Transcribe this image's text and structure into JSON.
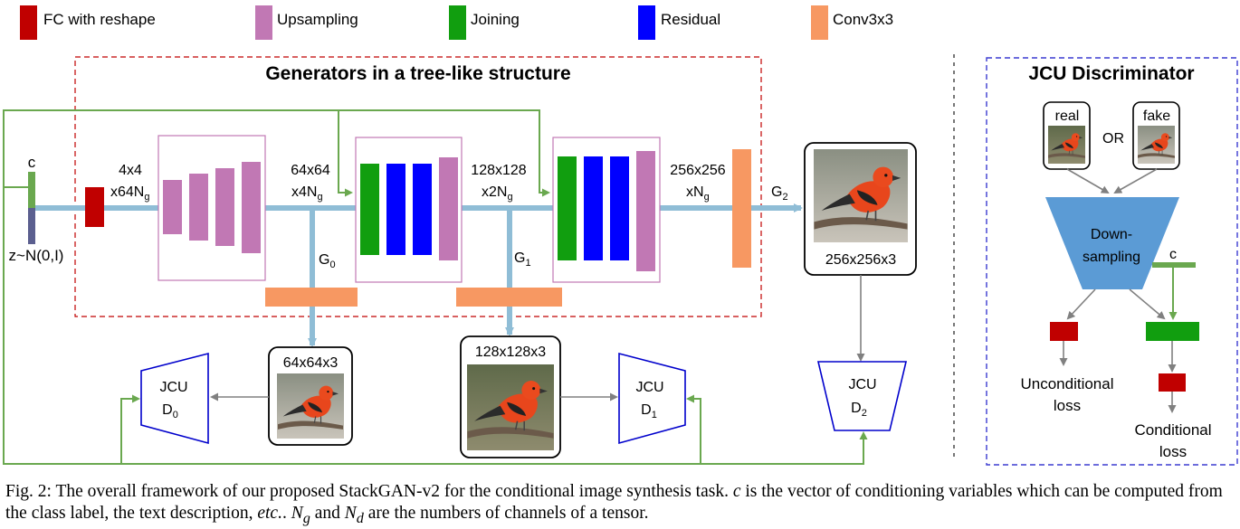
{
  "legend": [
    {
      "label": "FC with reshape",
      "color": "#c00000"
    },
    {
      "label": "Upsampling",
      "color": "#c178b4"
    },
    {
      "label": "Joining",
      "color": "#119e0f"
    },
    {
      "label": "Residual",
      "color": "#0000ff"
    },
    {
      "label": "Conv3x3",
      "color": "#f79862"
    }
  ],
  "generators": {
    "title": "Generators in a tree-like structure",
    "c_label": "c",
    "z_label": "z~N(0,I)",
    "dim_fc_1": "4x4",
    "dim_fc_2": "x64N",
    "dim_64_1": "64x64",
    "dim_64_2": "x4N",
    "dim_128_1": "128x128",
    "dim_128_2": "x2N",
    "dim_256_1": "256x256",
    "dim_256_2": "xN",
    "sub_g": "g",
    "g0": "G",
    "g0_sub": "0",
    "g1": "G",
    "g1_sub": "1",
    "g2": "G",
    "g2_sub": "2"
  },
  "outputs": {
    "out64": "64x64x3",
    "out128": "128x128x3",
    "out256": "256x256x3"
  },
  "discriminators": {
    "d0_top": "JCU",
    "d0_bottom": "D",
    "d0_sub": "0",
    "d1_top": "JCU",
    "d1_bottom": "D",
    "d1_sub": "1",
    "d2_top": "JCU",
    "d2_bottom": "D",
    "d2_sub": "2"
  },
  "jcu": {
    "title": "JCU Discriminator",
    "real": "real",
    "fake": "fake",
    "or": "OR",
    "down_1": "Down-",
    "down_2": "sampling",
    "c_label": "c",
    "uncond_1": "Unconditional",
    "uncond_2": "loss",
    "cond_1": "Conditional",
    "cond_2": "loss"
  },
  "caption": {
    "part1": "Fig. 2: The overall framework of our proposed StackGAN-v2 for the conditional image synthesis task. ",
    "c": "c",
    "part2": " is the vector of conditioning variables which can be computed from the class label, the text description, ",
    "etc": "etc.",
    "part3": ". ",
    "ng": "N",
    "ng_sub": "g",
    "part4": " and ",
    "nd": "N",
    "nd_sub": "d",
    "part5": " are the numbers of channels of a tensor."
  }
}
